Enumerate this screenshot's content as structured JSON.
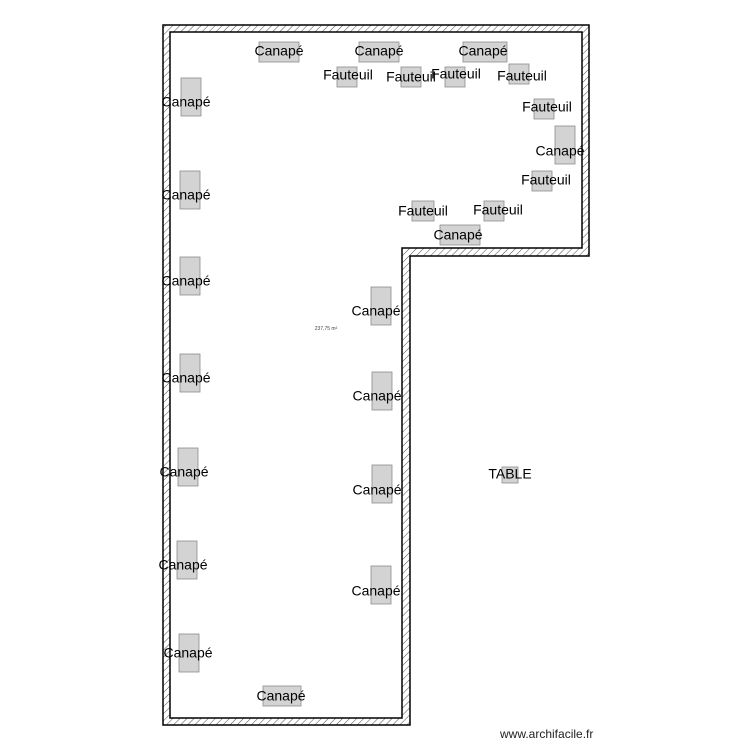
{
  "plan": {
    "area_label": "237,75 m²",
    "credit": "www.archifacile.fr",
    "wall_fill_color": "#ffffff",
    "wall_stroke_color": "#000000",
    "furniture_color": "#d3d3d3"
  },
  "furniture": [
    {
      "label": "Canapé"
    },
    {
      "label": "Canapé"
    },
    {
      "label": "Canapé"
    },
    {
      "label": "Fauteuil"
    },
    {
      "label": "Fauteuil"
    },
    {
      "label": "Fauteuil"
    },
    {
      "label": "Fauteuil"
    },
    {
      "label": "Fauteuil"
    },
    {
      "label": "Canapé"
    },
    {
      "label": "Fauteuil"
    },
    {
      "label": "Fauteuil"
    },
    {
      "label": "Fauteuil"
    },
    {
      "label": "Canapé"
    },
    {
      "label": "Canapé"
    },
    {
      "label": "Canapé"
    },
    {
      "label": "Canapé"
    },
    {
      "label": "Canapé"
    },
    {
      "label": "Canapé"
    },
    {
      "label": "Canapé"
    },
    {
      "label": "Canapé"
    },
    {
      "label": "Canapé"
    },
    {
      "label": "Canapé"
    },
    {
      "label": "Canapé"
    },
    {
      "label": "Canapé"
    },
    {
      "label": "Canapé"
    },
    {
      "label": "Canapé"
    },
    {
      "label": "TABLE"
    }
  ]
}
